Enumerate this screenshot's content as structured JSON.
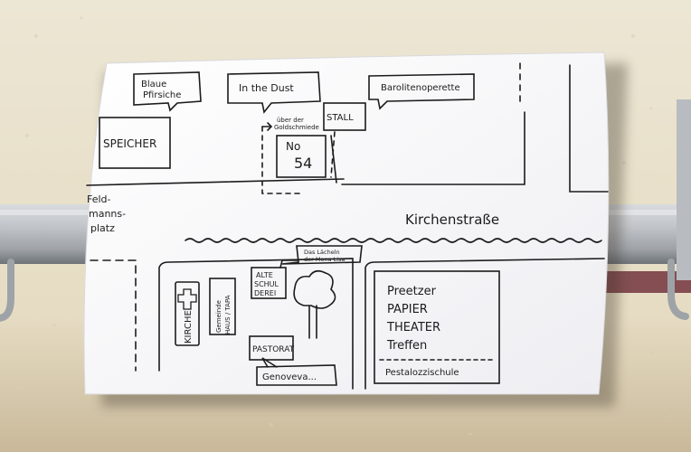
{
  "map": {
    "blaue_pfirsiche": [
      "Blaue",
      "Pfirsiche"
    ],
    "in_the_dust": "In the Dust",
    "barolitenoperette": "Barolitenoperette",
    "speicher": "SPEICHER",
    "stall": "STALL",
    "ueber_der_goldschmiede": [
      "über der",
      "Goldschmiede"
    ],
    "nr_label": "No",
    "nr_value": "54",
    "feldmannsplatz": [
      "Feld-",
      "manns-",
      "platz"
    ],
    "kirchenstrasse": "Kirchenstraße",
    "laecheln": [
      "Das Lächeln",
      "der Mona Lisa"
    ],
    "alte_schule": [
      "ALTE",
      "SCHUL",
      "DEREI"
    ],
    "gemeindehaus": [
      "Gemeinde",
      "HAUS / TAPA"
    ],
    "kirche": "KIRCHE",
    "pastorat": "PASTORAT",
    "genoveva": "Genoveva...",
    "theater": [
      "Preetzer",
      "PAPIER",
      "THEATER",
      "Treffen"
    ],
    "pestalozzischule": "Pestalozzischule"
  },
  "colors": {
    "wall": "#e7e0cb",
    "paper": "#fbfbfd",
    "rail": "#b9bcc0",
    "ink": "#1c1c1c"
  }
}
